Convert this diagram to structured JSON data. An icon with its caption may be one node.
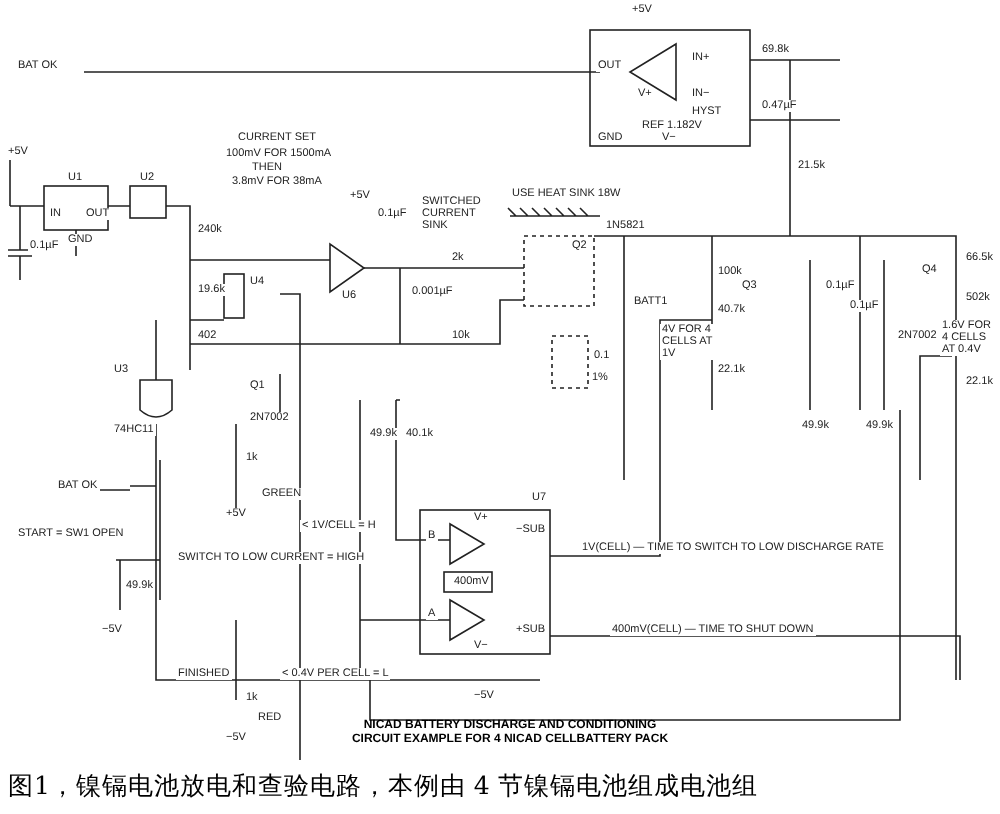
{
  "diagram": {
    "title": "NICAD BATTERY DISCHARGE AND CONDITIONING CIRCUIT EXAMPLE FOR 4 NICAD CELLBATTERY PACK",
    "caption": "图1，镍镉电池放电和查验电路，本例由 4 节镍镉电池组成电池组",
    "labels": [
      "CURRENT SET",
      "100mV FOR 1500mA",
      "THEN",
      "3.8mV FOR 38mA",
      "+5V",
      "U1",
      "IN",
      "OUT",
      "GND",
      "0.1µF",
      "U2",
      "240k",
      "19.6k",
      "402",
      "U4",
      "+5V",
      "0.1µF",
      "SWITCHED CURRENT SINK",
      "U6",
      "0.001µF",
      "2k",
      "10k",
      "+5V",
      "BAT OK",
      "OUT",
      "V+",
      "IN+",
      "IN−",
      "HYST",
      "REF 1.182V",
      "GND",
      "V−",
      "69.8k",
      "0.47µF",
      "21.5k",
      "USE HEAT SINK 18W",
      "1N5821",
      "Q2",
      "0.1",
      "1%",
      "BATT1",
      "100k",
      "40.7k",
      "4V FOR 4 CELLS AT 1V",
      "Q3",
      "22.1k",
      "0.1µF",
      "0.1µF",
      "49.9k",
      "49.9k",
      "Q4",
      "2N7002",
      "66.5k",
      "502k",
      "1.6V FOR 4 CELLS AT 0.4V",
      "22.1k",
      "U3",
      "74HC11",
      "Q1",
      "2N7002",
      "1k",
      "GREEN",
      "+5V",
      "BAT OK",
      "START = SW1 OPEN",
      "49.9k",
      "−5V",
      "SWITCH TO LOW CURRENT = HIGH",
      "< 1V/CELL = H",
      "49.9k",
      "40.1k",
      "U7",
      "B",
      "A",
      "V+",
      "−SUB",
      "+SUB",
      "400mV",
      "V−",
      "−5V",
      "FINISHED",
      "< 0.4V PER CELL = L",
      "1k",
      "RED",
      "−5V",
      "1V(CELL) — TIME TO SWITCH TO LOW DISCHARGE RATE",
      "400mV(CELL) — TIME TO SHUT DOWN"
    ]
  }
}
